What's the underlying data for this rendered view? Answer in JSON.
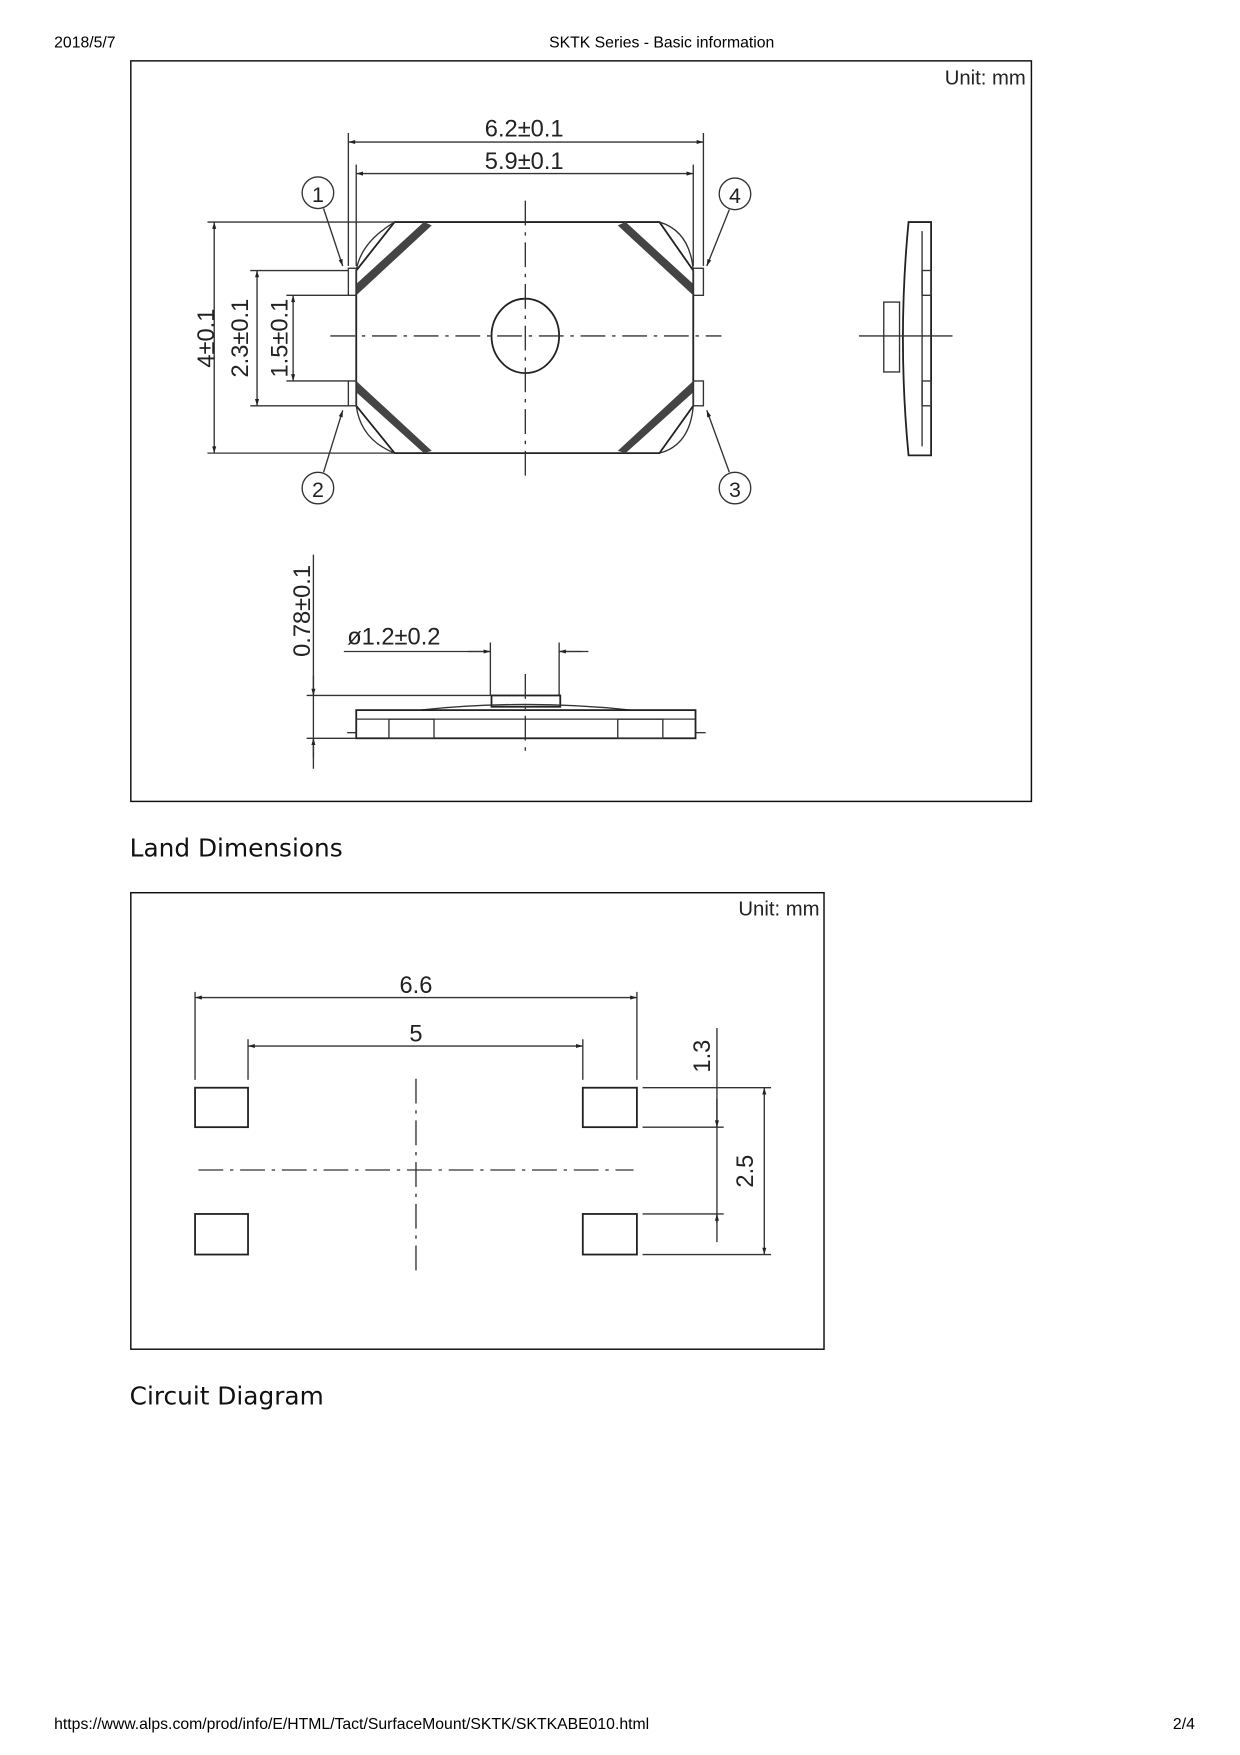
{
  "header": {
    "date": "2018/5/7",
    "title": "SKTK Series - Basic information"
  },
  "dimensions_drawing": {
    "unit_label": "Unit: mm",
    "overall_width": "6.2±0.1",
    "body_width": "5.9±0.1",
    "overall_height": "4±0.1",
    "terminal_pitch": "2.3±0.1",
    "terminal_gap": "1.5±0.1",
    "height": "0.78±0.1",
    "stem_diameter": "ø1.2±0.2",
    "terminal_labels": [
      "1",
      "2",
      "3",
      "4"
    ]
  },
  "land_dimensions": {
    "heading": "Land Dimensions",
    "unit_label": "Unit: mm",
    "outer_width": "6.6",
    "inner_width": "5",
    "pad_height": "1.3",
    "pad_pitch": "2.5"
  },
  "circuit_diagram": {
    "heading": "Circuit Diagram"
  },
  "footer": {
    "url": "https://www.alps.com/prod/info/E/HTML/Tact/SurfaceMount/SKTK/SKTKABE010.html",
    "page": "2/4"
  }
}
